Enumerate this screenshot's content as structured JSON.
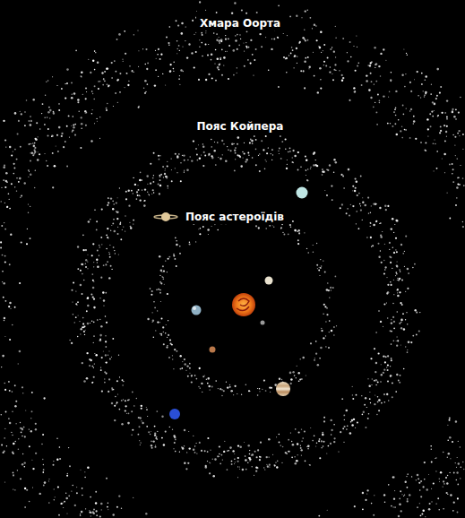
{
  "diagram": {
    "labels": [
      "Хмара Оорта",
      "Пояс Койпера",
      "Пояс астероїдів"
    ]
  }
}
